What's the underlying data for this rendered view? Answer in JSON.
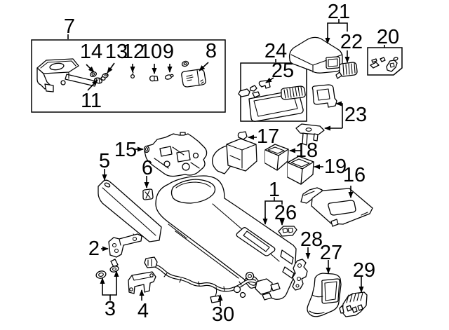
{
  "diagram": {
    "background_color": "#ffffff",
    "line_color": "#000000",
    "callouts": {
      "c1": {
        "label": "1"
      },
      "c2": {
        "label": "2"
      },
      "c3": {
        "label": "3"
      },
      "c4": {
        "label": "4"
      },
      "c5": {
        "label": "5"
      },
      "c6": {
        "label": "6"
      },
      "c7": {
        "label": "7"
      },
      "c8": {
        "label": "8"
      },
      "c9": {
        "label": "9"
      },
      "c10": {
        "label": "10"
      },
      "c11": {
        "label": "11"
      },
      "c12": {
        "label": "12"
      },
      "c13": {
        "label": "13"
      },
      "c14": {
        "label": "14"
      },
      "c15": {
        "label": "15"
      },
      "c16": {
        "label": "16"
      },
      "c17": {
        "label": "17"
      },
      "c18": {
        "label": "18"
      },
      "c19": {
        "label": "19"
      },
      "c20": {
        "label": "20"
      },
      "c21": {
        "label": "21"
      },
      "c22": {
        "label": "22"
      },
      "c23": {
        "label": "23"
      },
      "c24": {
        "label": "24"
      },
      "c25": {
        "label": "25"
      },
      "c26": {
        "label": "26"
      },
      "c27": {
        "label": "27"
      },
      "c28": {
        "label": "28"
      },
      "c29": {
        "label": "29"
      },
      "c30": {
        "label": "30"
      }
    }
  }
}
